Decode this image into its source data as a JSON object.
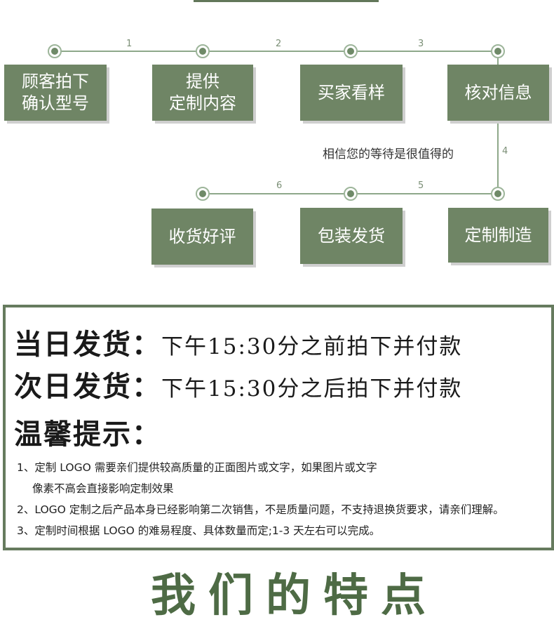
{
  "flow": {
    "steps": [
      {
        "num": "1",
        "lines": [
          "顾客拍下",
          "确认型号"
        ]
      },
      {
        "num": "2",
        "lines": [
          "提供",
          "定制内容"
        ]
      },
      {
        "num": "3",
        "lines": [
          "买家看样"
        ]
      },
      {
        "num": "4",
        "lines": [
          "核对信息"
        ]
      },
      {
        "num": "5",
        "lines": [
          "定制制造"
        ]
      },
      {
        "num": "6",
        "lines": [
          "包装发货"
        ]
      },
      {
        "num": "",
        "lines": [
          "收货好评"
        ]
      }
    ],
    "wait_text": "相信您的等待是很值得的"
  },
  "shipping": {
    "same_day_key": "当日发货：",
    "same_day_val": "下午15:30分之前拍下并付款",
    "next_day_key": "次日发货：",
    "next_day_val": "下午15:30分之后拍下并付款"
  },
  "tips": {
    "title": "温馨提示：",
    "items": [
      "1、定制 LOGO 需要亲们提供较高质量的正面图片或文字，如果图片或文字",
      "像素不高会直接影响定制效果",
      "2、LOGO 定制之后产品本身已经影响第二次销售，不是质量问题，不支持退换货要求，请亲们理解。",
      "3、定制时间根据 LOGO 的难易程度、具体数量而定;1-3 天左右可以完成。"
    ]
  },
  "section_title": "我们的特点",
  "colors": {
    "accent": "#6f8565",
    "border": "#667b5e"
  }
}
